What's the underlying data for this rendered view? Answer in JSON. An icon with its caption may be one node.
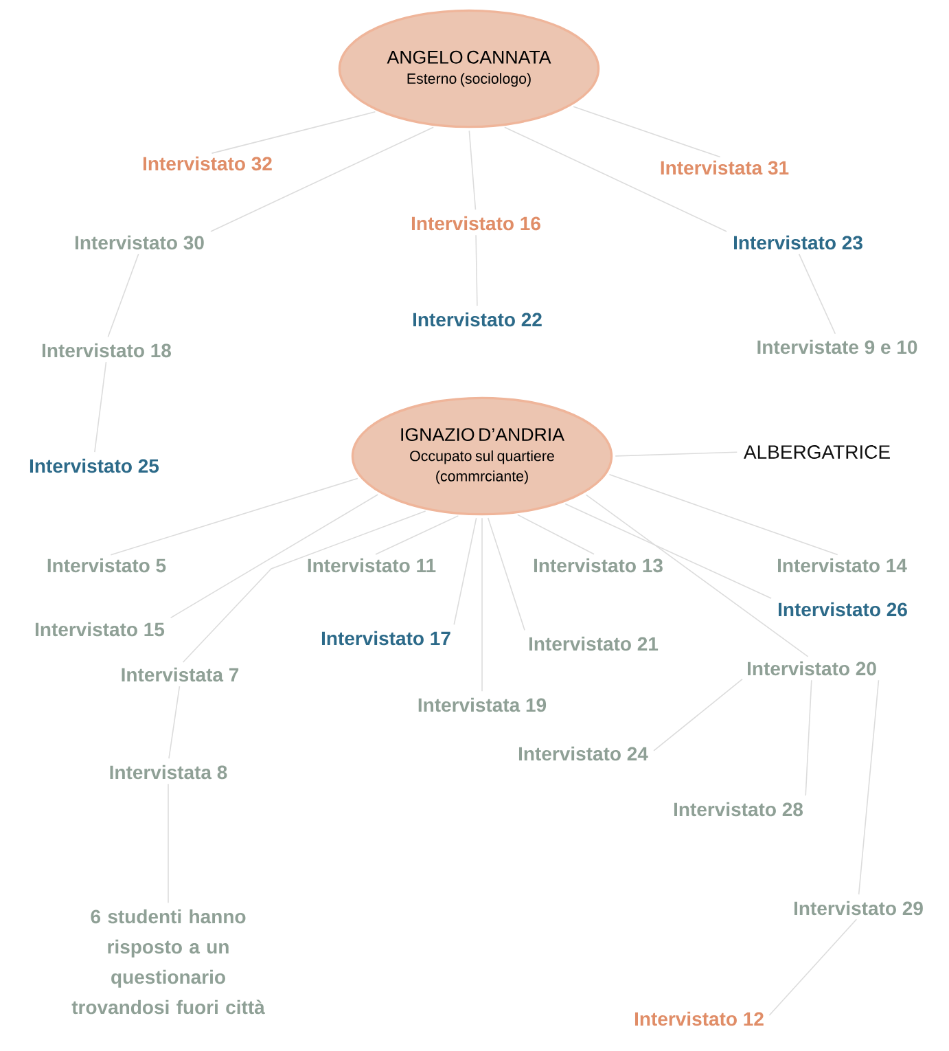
{
  "diagram": {
    "nodes": [
      {
        "text": [
          "ANGELO CANNATA",
          "Esterno (sociologo)"
        ]
      },
      {
        "text": [
          "Intervistato 32"
        ]
      },
      {
        "text": [
          "Intervistato 30"
        ]
      },
      {
        "text": [
          "Intervistato 16"
        ]
      },
      {
        "text": [
          "Intervistata 31"
        ]
      },
      {
        "text": [
          "Intervistato 23"
        ]
      },
      {
        "text": [
          "Intervistato 22"
        ]
      },
      {
        "text": [
          "Intervistate 9 e 10"
        ]
      },
      {
        "text": [
          "Intervistato 18"
        ]
      },
      {
        "text": [
          "Intervistato 25"
        ]
      },
      {
        "text": [
          "IGNAZIO D’ANDRIA",
          "Occupato sul quartiere (commrciante)"
        ]
      },
      {
        "text": [
          "ALBERGATRICE"
        ]
      },
      {
        "text": [
          "Intervistato 5"
        ]
      },
      {
        "text": [
          "Intervistato 11"
        ]
      },
      {
        "text": [
          "Intervistato 13"
        ]
      },
      {
        "text": [
          "Intervistato 14"
        ]
      },
      {
        "text": [
          "Intervistato 26"
        ]
      },
      {
        "text": [
          "Intervistato 15"
        ]
      },
      {
        "text": [
          "Intervistato 17"
        ]
      },
      {
        "text": [
          "Intervistato 21"
        ]
      },
      {
        "text": [
          "Intervistata 7"
        ]
      },
      {
        "text": [
          "Intervistato 20"
        ]
      },
      {
        "text": [
          "Intervistata 19"
        ]
      },
      {
        "text": [
          "Intervistato 24"
        ]
      },
      {
        "text": [
          "Intervistata 8"
        ]
      },
      {
        "text": [
          "Intervistato 28"
        ]
      },
      {
        "text": [
          "Intervistato 29"
        ]
      },
      {
        "text": [
          "6 studenti hanno risposto a un questionario trovandosi fuori città"
        ]
      },
      {
        "text": [
          "Intervistato 12"
        ]
      }
    ],
    "edges": [
      {
        "from": 0,
        "to": 1,
        "arrow": "none"
      },
      {
        "from": 0,
        "to": 2,
        "arrow": "none"
      },
      {
        "from": 0,
        "to": 3,
        "arrow": "none"
      },
      {
        "from": 0,
        "to": 4,
        "arrow": "none"
      },
      {
        "from": 0,
        "to": 5,
        "arrow": "none"
      },
      {
        "from": 3,
        "to": 6,
        "arrow": "none"
      },
      {
        "from": 5,
        "to": 7,
        "arrow": "none"
      },
      {
        "from": 2,
        "to": 8,
        "arrow": "none"
      },
      {
        "from": 8,
        "to": 9,
        "arrow": "none"
      },
      {
        "from": 10,
        "to": 11,
        "arrow": "none"
      },
      {
        "from": 10,
        "to": 12,
        "arrow": "none"
      },
      {
        "from": 10,
        "to": 17,
        "arrow": "none"
      },
      {
        "from": 10,
        "to": 20,
        "arrow": "none"
      },
      {
        "from": 10,
        "to": 13,
        "arrow": "none"
      },
      {
        "from": 10,
        "to": 18,
        "arrow": "none"
      },
      {
        "from": 10,
        "to": 22,
        "arrow": "none"
      },
      {
        "from": 10,
        "to": 19,
        "arrow": "none"
      },
      {
        "from": 10,
        "to": 14,
        "arrow": "none"
      },
      {
        "from": 10,
        "to": 21,
        "arrow": "none"
      },
      {
        "from": 10,
        "to": 16,
        "arrow": "none"
      },
      {
        "from": 10,
        "to": 15,
        "arrow": "none"
      },
      {
        "from": 20,
        "to": 24,
        "arrow": "none"
      },
      {
        "from": 24,
        "to": 27,
        "arrow": "none"
      },
      {
        "from": 21,
        "to": 23,
        "arrow": "none"
      },
      {
        "from": 21,
        "to": 25,
        "arrow": "none"
      },
      {
        "from": 21,
        "to": 26,
        "arrow": "none"
      },
      {
        "from": 26,
        "to": 28,
        "arrow": "none"
      }
    ]
  }
}
